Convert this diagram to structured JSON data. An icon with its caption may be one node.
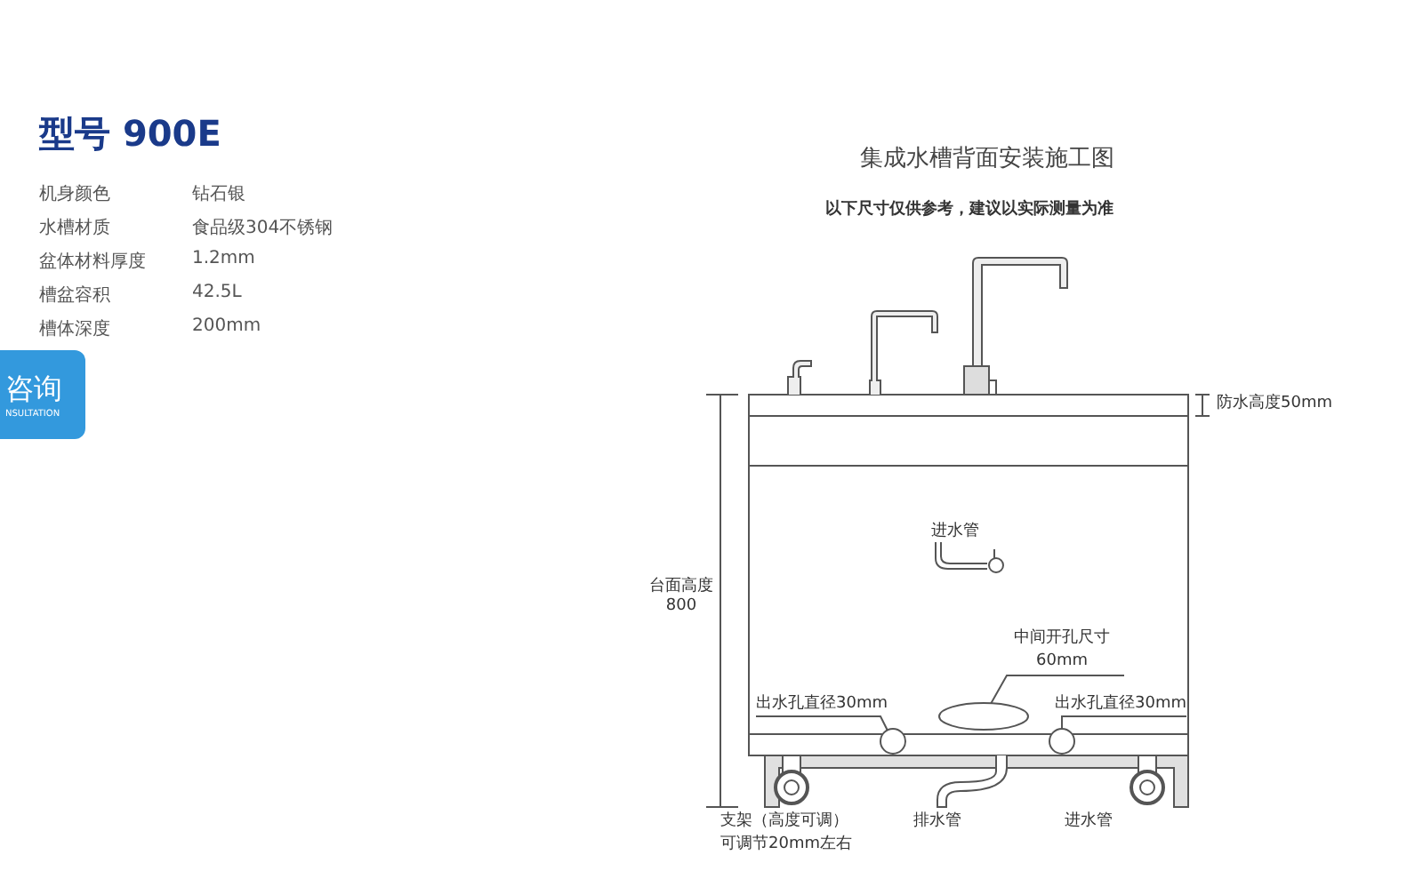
{
  "diagram": {
    "title": "型号 900E",
    "nodes": [
      {
        "text": [
          "中间开孔尺寸 60mm"
        ]
      },
      {
        "text": [],
        "shape": "ellipse"
      },
      {
        "text": [
          "出水孔直径30mm"
        ]
      },
      {
        "text": [],
        "shape": "circle"
      },
      {
        "text": [
          "出水孔直径30mm"
        ]
      },
      {
        "text": [],
        "shape": "circle"
      }
    ],
    "edges": [
      {
        "from": 0,
        "to": 1,
        "arrow": "none"
      },
      {
        "from": 2,
        "to": 3,
        "arrow": "none"
      },
      {
        "from": 4,
        "to": 5,
        "arrow": "none"
      }
    ],
    "labels": [
      "机身颜色",
      "钻石银",
      "水槽材质",
      "食品级304不锈钢",
      "盆体材料厚度",
      "1.2mm",
      "槽盆容积",
      "42.5L",
      "槽体深度",
      "200mm",
      "咨询",
      "NSULTATION",
      "集成水槽背面安装施工图",
      "以下尺寸仅供参考，建议以实际测量为准",
      "防水高度50mm",
      "进水管",
      "台面高度 800",
      "支架（高度可调）",
      "排水管",
      "进水管",
      "可调节20mm左右"
    ]
  }
}
